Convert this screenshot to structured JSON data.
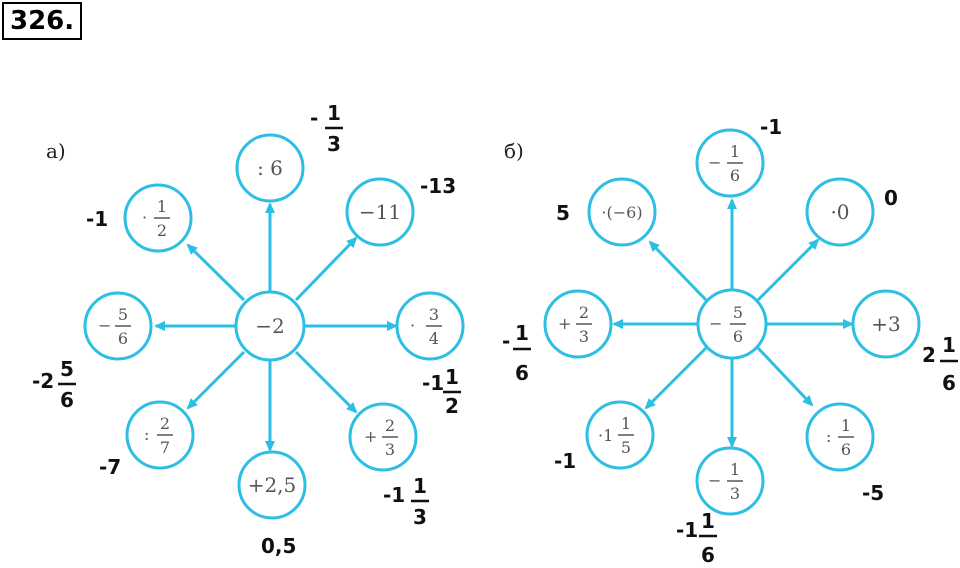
{
  "problem_number": "326.",
  "diagrams": [
    {
      "label": "а)",
      "center": "−2",
      "operations": [
        {
          "text": ": 6",
          "answer": "- 1/3"
        },
        {
          "text": "−11",
          "answer": "-13"
        },
        {
          "text": "· 3/4",
          "answer": "-1 1/2"
        },
        {
          "text": "+ 2/3",
          "answer": "-1 1/3"
        },
        {
          "text": "+2,5",
          "answer": "0,5"
        },
        {
          "text": ": 2/7",
          "answer": "-7"
        },
        {
          "text": "− 5/6",
          "answer": "-2 5/6"
        },
        {
          "text": "· 1/2",
          "answer": "-1"
        }
      ]
    },
    {
      "label": "б)",
      "center": "− 5/6",
      "operations": [
        {
          "text": "− 1/6",
          "answer": "-1"
        },
        {
          "text": "·0",
          "answer": "0"
        },
        {
          "text": "+3",
          "answer": "2 1/6"
        },
        {
          "text": ": 1/6",
          "answer": "-5"
        },
        {
          "text": "− 1/3",
          "answer": "-1 1/6"
        },
        {
          "text": "·1 1/5",
          "answer": "-1"
        },
        {
          "text": "+ 2/3",
          "answer": "- 1/6"
        },
        {
          "text": "·(−6)",
          "answer": "5"
        }
      ]
    }
  ],
  "colors": {
    "circle": "#2dbfe3",
    "arrow": "#2dbfe3",
    "answer": "#111111"
  }
}
